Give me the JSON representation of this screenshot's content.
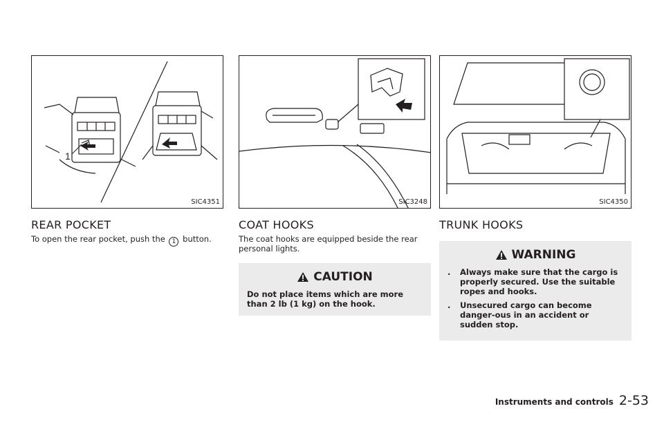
{
  "columns": {
    "rear_pocket": {
      "figure_code": "SIC4351",
      "callout": "1",
      "heading": "REAR POCKET",
      "text_before": "To open the rear pocket, push the",
      "text_after": "button."
    },
    "coat_hooks": {
      "figure_code": "SIC3248",
      "heading": "COAT HOOKS",
      "text": "The coat hooks are equipped beside the rear personal lights.",
      "caution_title": "CAUTION",
      "caution_text": "Do not place items which are more than 2 lb (1 kg) on the hook."
    },
    "trunk_hooks": {
      "figure_code": "SIC4350",
      "heading": "TRUNK HOOKS",
      "warning_title": "WARNING",
      "bullets": [
        "Always make sure that the cargo is properly secured. Use the suitable ropes and hooks.",
        "Unsecured cargo can become danger-ous in an accident or sudden stop."
      ]
    }
  },
  "footer": {
    "section": "Instruments and controls",
    "page": "2-53"
  },
  "colors": {
    "ink": "#231f20",
    "notice_bg": "#ebebeb"
  },
  "icons": {
    "warning": "warning-triangle-icon"
  }
}
